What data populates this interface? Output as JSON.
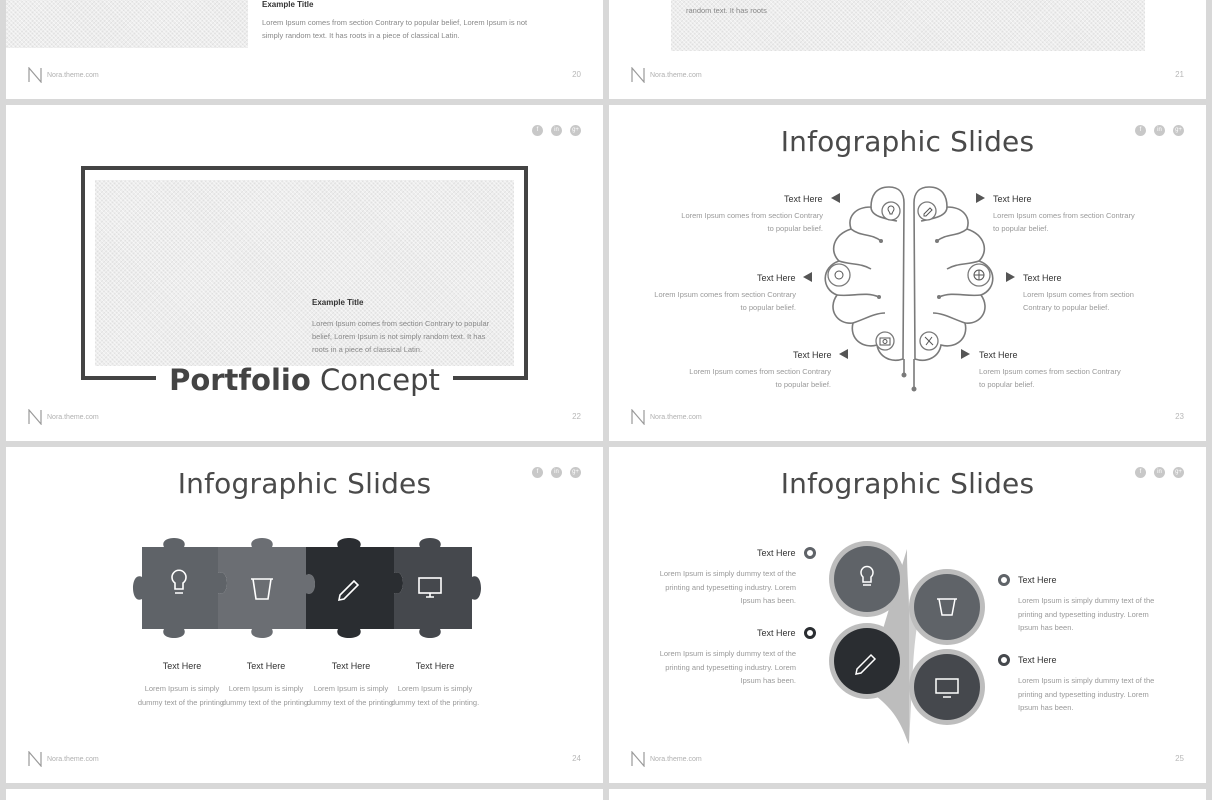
{
  "footer": {
    "brand": "Nora.theme.com"
  },
  "social": {
    "facebook": "f",
    "linkedin": "in",
    "google": "g+"
  },
  "slides": {
    "s20": {
      "page": "20",
      "title": "Example Title",
      "body": "Lorem Ipsum comes from section Contrary to popular belief, Lorem Ipsum is not simply random text. It has roots in a piece of classical Latin."
    },
    "s21": {
      "page": "21",
      "body": "random text. It has roots"
    },
    "s22": {
      "page": "22",
      "example_title": "Example Title",
      "example_body": "Lorem Ipsum comes from section Contrary to popular belief, Lorem Ipsum is not simply random text. It has roots in a piece of classical Latin.",
      "title_bold": "Portfolio",
      "title_rest": " Concept"
    },
    "s23": {
      "page": "23",
      "title": "Infographic Slides",
      "items": [
        {
          "label": "Text Here",
          "desc": "Lorem Ipsum comes from section Contrary to popular belief."
        },
        {
          "label": "Text Here",
          "desc": "Lorem Ipsum comes from section Contrary to popular belief."
        },
        {
          "label": "Text Here",
          "desc": "Lorem Ipsum comes from section Contrary to popular belief."
        },
        {
          "label": "Text Here",
          "desc": "Lorem Ipsum comes from section Contrary to popular belief."
        },
        {
          "label": "Text Here",
          "desc": "Lorem Ipsum comes from section Contrary to popular belief."
        },
        {
          "label": "Text Here",
          "desc": "Lorem Ipsum comes from section Contrary to popular belief."
        }
      ]
    },
    "s24": {
      "page": "24",
      "title": "Infographic Slides",
      "pieces": [
        {
          "label": "Text Here",
          "desc": "Lorem Ipsum is simply dummy text of the printing.",
          "icon": "lightbulb-icon",
          "color": "#5f6368"
        },
        {
          "label": "Text Here",
          "desc": "Lorem Ipsum is simply dummy text of the printing.",
          "icon": "cup-icon",
          "color": "#6b6e73"
        },
        {
          "label": "Text Here",
          "desc": "Lorem Ipsum is simply dummy text of the printing.",
          "icon": "pencil-icon",
          "color": "#2a2d31"
        },
        {
          "label": "Text Here",
          "desc": "Lorem Ipsum is simply dummy text of the printing.",
          "icon": "monitor-icon",
          "color": "#45484d"
        }
      ]
    },
    "s25": {
      "page": "25",
      "title": "Infographic Slides",
      "items": [
        {
          "label": "Text Here",
          "desc": "Lorem Ipsum is simply dummy text of the printing and typesetting industry. Lorem Ipsum has been."
        },
        {
          "label": "Text Here",
          "desc": "Lorem Ipsum is simply dummy text of the printing and typesetting industry. Lorem Ipsum has been."
        },
        {
          "label": "Text Here",
          "desc": "Lorem Ipsum is simply dummy text of the printing and typesetting industry. Lorem Ipsum has been."
        },
        {
          "label": "Text Here",
          "desc": "Lorem Ipsum is simply dummy text of the printing and typesetting industry. Lorem Ipsum has been."
        }
      ]
    }
  }
}
